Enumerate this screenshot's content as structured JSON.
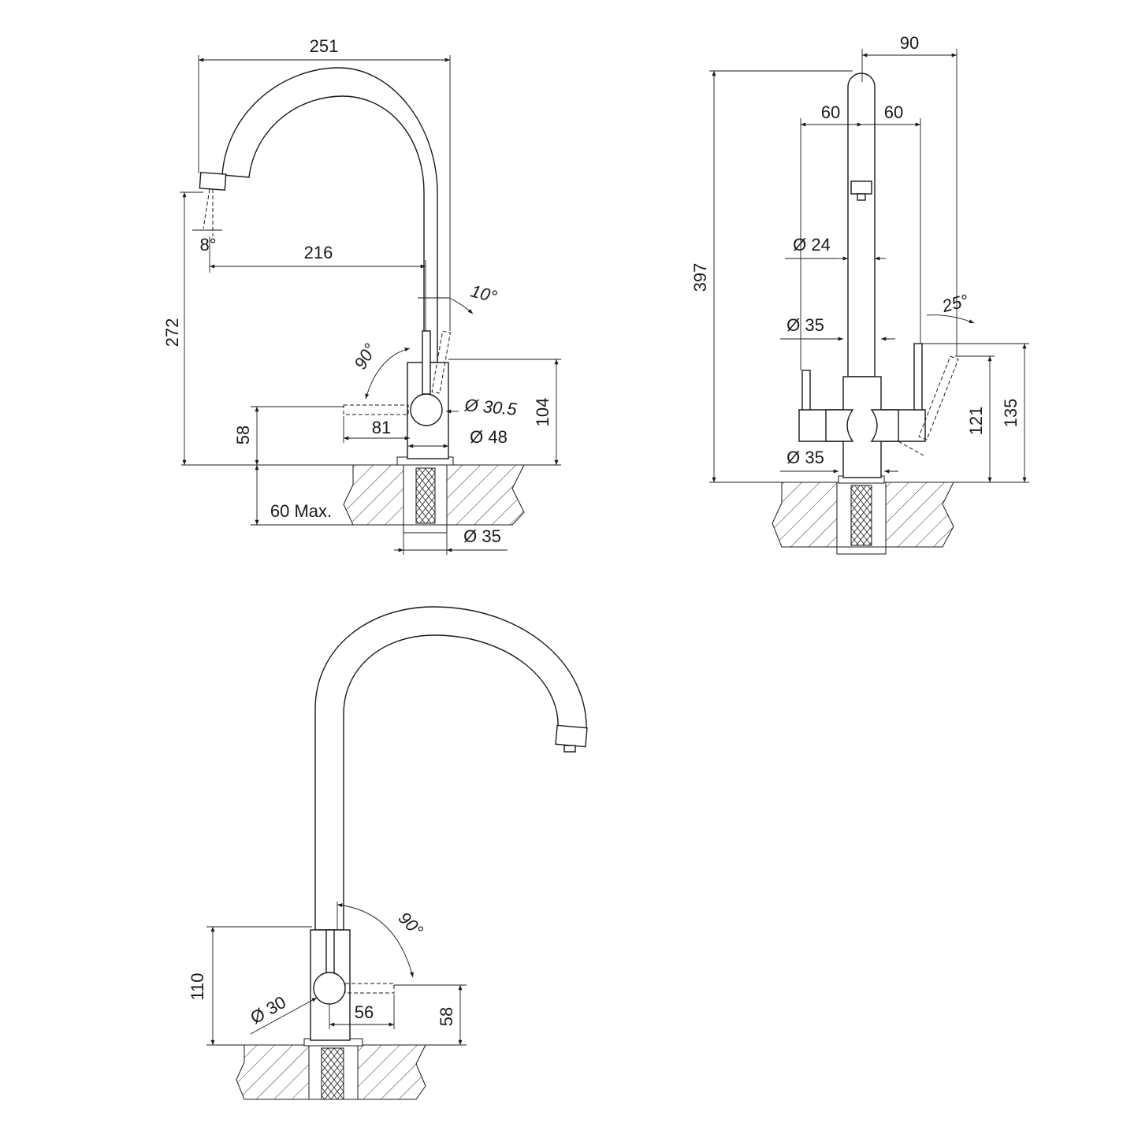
{
  "side_view": {
    "width_251": "251",
    "reach_216": "216",
    "spout_angle": "8°",
    "handle_tilt": "10°",
    "handle_swing": "90°",
    "height_272": "272",
    "lever_height_58": "58",
    "lever_length_81": "81",
    "lever_diam": "Ø 30.5",
    "body_diam": "Ø 48",
    "body_height_104": "104",
    "worktop_thickness": "60 Max.",
    "shank_diam": "Ø 35"
  },
  "front_view": {
    "width_90": "90",
    "left_60": "60",
    "right_60": "60",
    "total_height": "397",
    "spout_diam": "Ø 24",
    "column_diam": "Ø 35",
    "handle_tilt": "25°",
    "handle_height_121": "121",
    "handle_height_135": "135",
    "base_diam": "Ø 35"
  },
  "perspective_view": {
    "handle_swing": "90°",
    "body_height_110": "110",
    "lever_diam": "Ø 30",
    "lever_length_56": "56",
    "lever_height_58": "58"
  }
}
